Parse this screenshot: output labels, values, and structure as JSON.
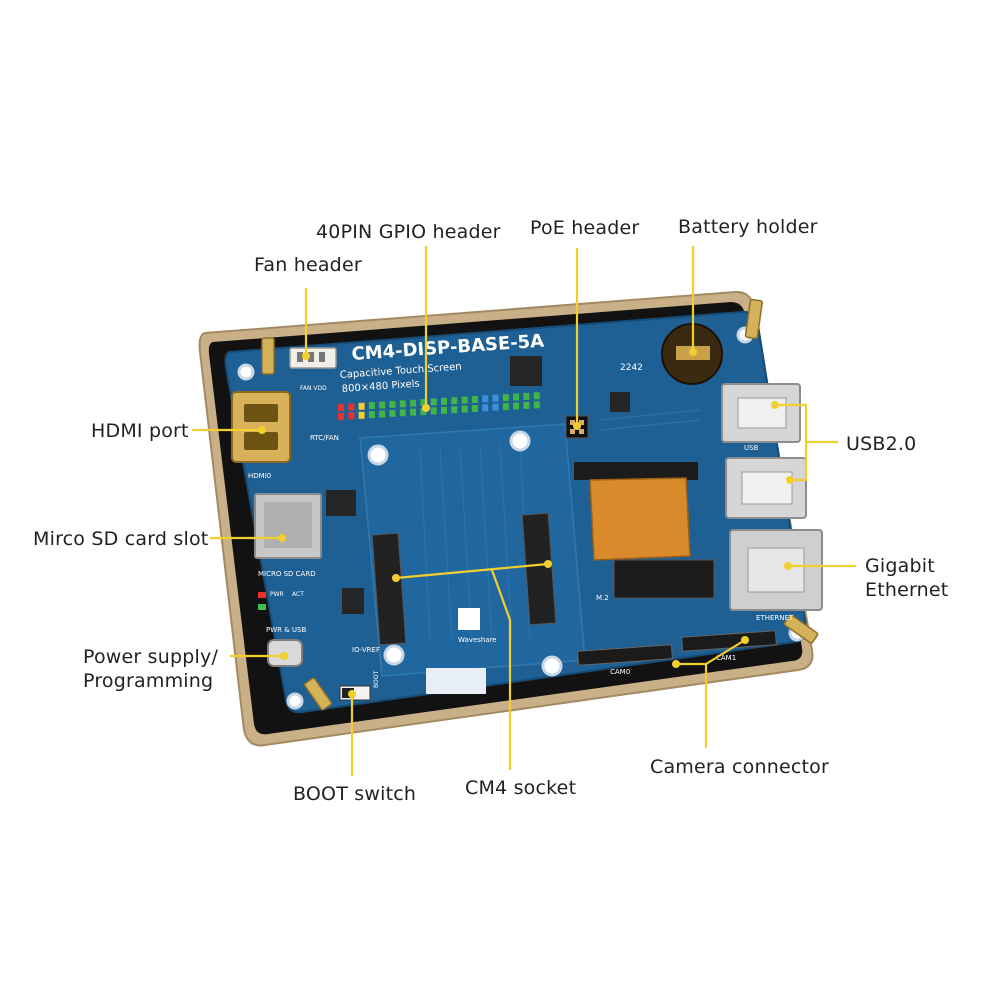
{
  "colors": {
    "leader": "#f2cf2f",
    "pcb": "#1e5f94",
    "pcb_dark": "#17486f",
    "frame": "#c9b089",
    "panel": "#111111",
    "label_text": "#222222"
  },
  "callouts": {
    "fan_header": "Fan header",
    "gpio_header": "40PIN GPIO header",
    "poe_header": "PoE header",
    "battery_holder": "Battery holder",
    "hdmi_port": "HDMI port",
    "usb2": "USB2.0",
    "sd_slot": "Mirco SD card slot",
    "gigabit_ethernet": "Gigabit\nEthernet",
    "power_supply": "Power supply/\nProgramming",
    "boot_switch": "BOOT switch",
    "cm4_socket": "CM4 socket",
    "camera_connector": "Camera connector"
  },
  "board": {
    "model": "CM4-DISP-BASE-5A",
    "subtitle": "Capacitive Touch Screen",
    "resolution": "800×480 Pixels",
    "silk": {
      "hdmi": "HDMI0",
      "micro_sd": "MICRO SD CARD",
      "pwr_usb": "PWR & USB",
      "usb": "USB",
      "ethernet": "ETHERNET",
      "cam0": "CAM0",
      "cam1": "CAM1",
      "m2": "M.2",
      "num_2242": "2242",
      "rtc_fan": "RTC/FAN",
      "io_vref": "IO-VREF",
      "boot": "BOOT",
      "fan_vdd": "FAN VDD",
      "pwr": "PWR",
      "act": "ACT",
      "brand": "Waveshare"
    }
  }
}
